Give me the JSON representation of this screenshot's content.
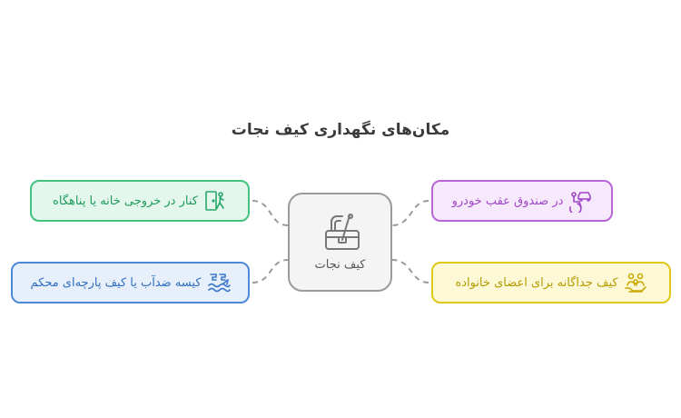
{
  "title": "مکان‌های نگهداری کیف نجات",
  "center": {
    "label": "کیف نجات",
    "icon": "emergency-bag-icon"
  },
  "nodes": {
    "exit": {
      "label": "کنار در خروجی خانه یا پناهگاه",
      "icon": "exit-door-icon",
      "color": "#41c27f"
    },
    "bag": {
      "label": "کیسه ضدآب یا کیف پارچه‌ای محکم",
      "icon": "waterproof-bag-icon",
      "color": "#4c8ad9"
    },
    "car": {
      "label": "در صندوق عقب خودرو",
      "icon": "car-trunk-icon",
      "color": "#b865d8"
    },
    "family": {
      "label": "کیف جداگانه برای اعضای خانواده",
      "icon": "family-icon",
      "color": "#e0c818"
    }
  }
}
